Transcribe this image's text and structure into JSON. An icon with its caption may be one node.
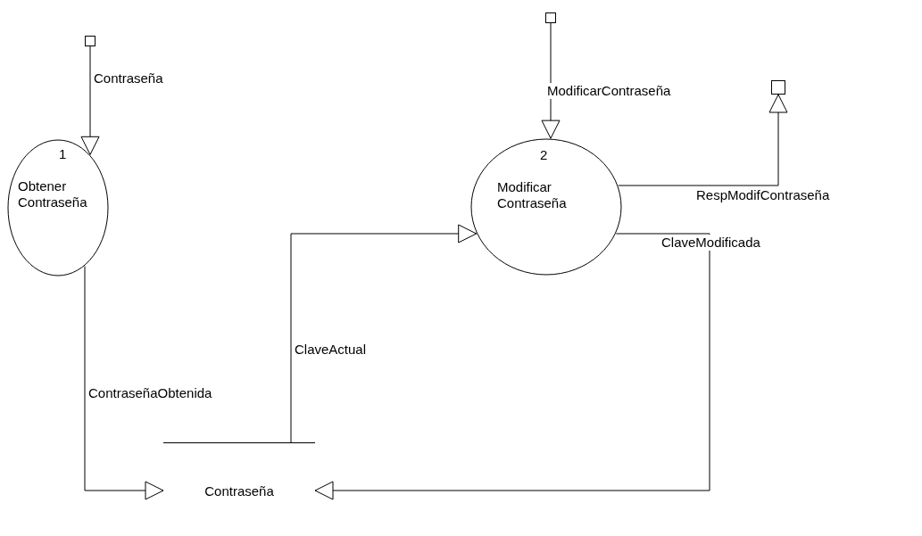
{
  "diagram": {
    "nodes": [
      {
        "text": [],
        "shape": "box"
      },
      {
        "text": [
          "1",
          "Obtener Contraseña"
        ]
      },
      {
        "text": [],
        "shape": "box"
      },
      {
        "text": [
          "2",
          "Modificar Contraseña"
        ]
      },
      {
        "text": [],
        "shape": "box"
      },
      {
        "text": [
          "Contraseña"
        ]
      }
    ],
    "edges": [
      {
        "from": 0,
        "to": 1,
        "arrow": "to",
        "label": "Contraseña"
      },
      {
        "from": 1,
        "to": 5,
        "arrow": "to",
        "label": "ContraseñaObtenida"
      },
      {
        "from": 5,
        "to": 3,
        "arrow": "to",
        "label": "ClaveActual"
      },
      {
        "from": 2,
        "to": 3,
        "arrow": "to",
        "label": "ModificarContraseña"
      },
      {
        "from": 3,
        "to": 4,
        "arrow": "to",
        "label": "RespModifContraseña"
      },
      {
        "from": 3,
        "to": 5,
        "arrow": "to",
        "label": "ClaveModificada"
      }
    ]
  }
}
